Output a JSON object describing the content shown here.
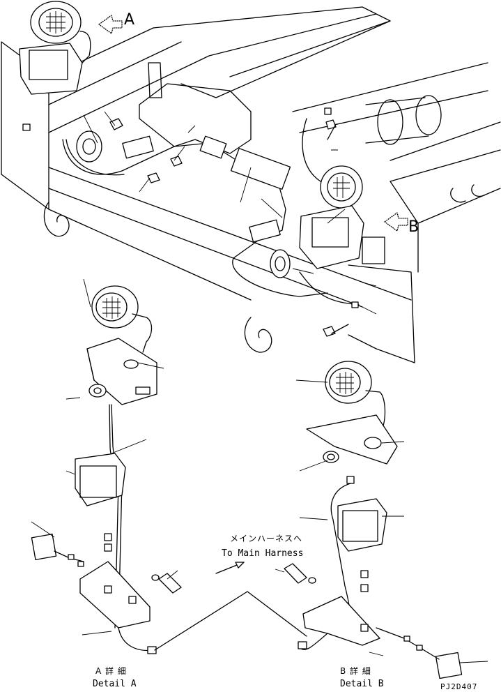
{
  "view_markers": {
    "a": "A",
    "b": "B"
  },
  "harness_note": {
    "jp": "メインハーネスへ",
    "en": "To Main Harness"
  },
  "detail_a": {
    "jp": "A 詳 細",
    "en": "Detail A"
  },
  "detail_b": {
    "jp": "B 詳 細",
    "en": "Detail B"
  },
  "drawing_code": "PJ2D407"
}
